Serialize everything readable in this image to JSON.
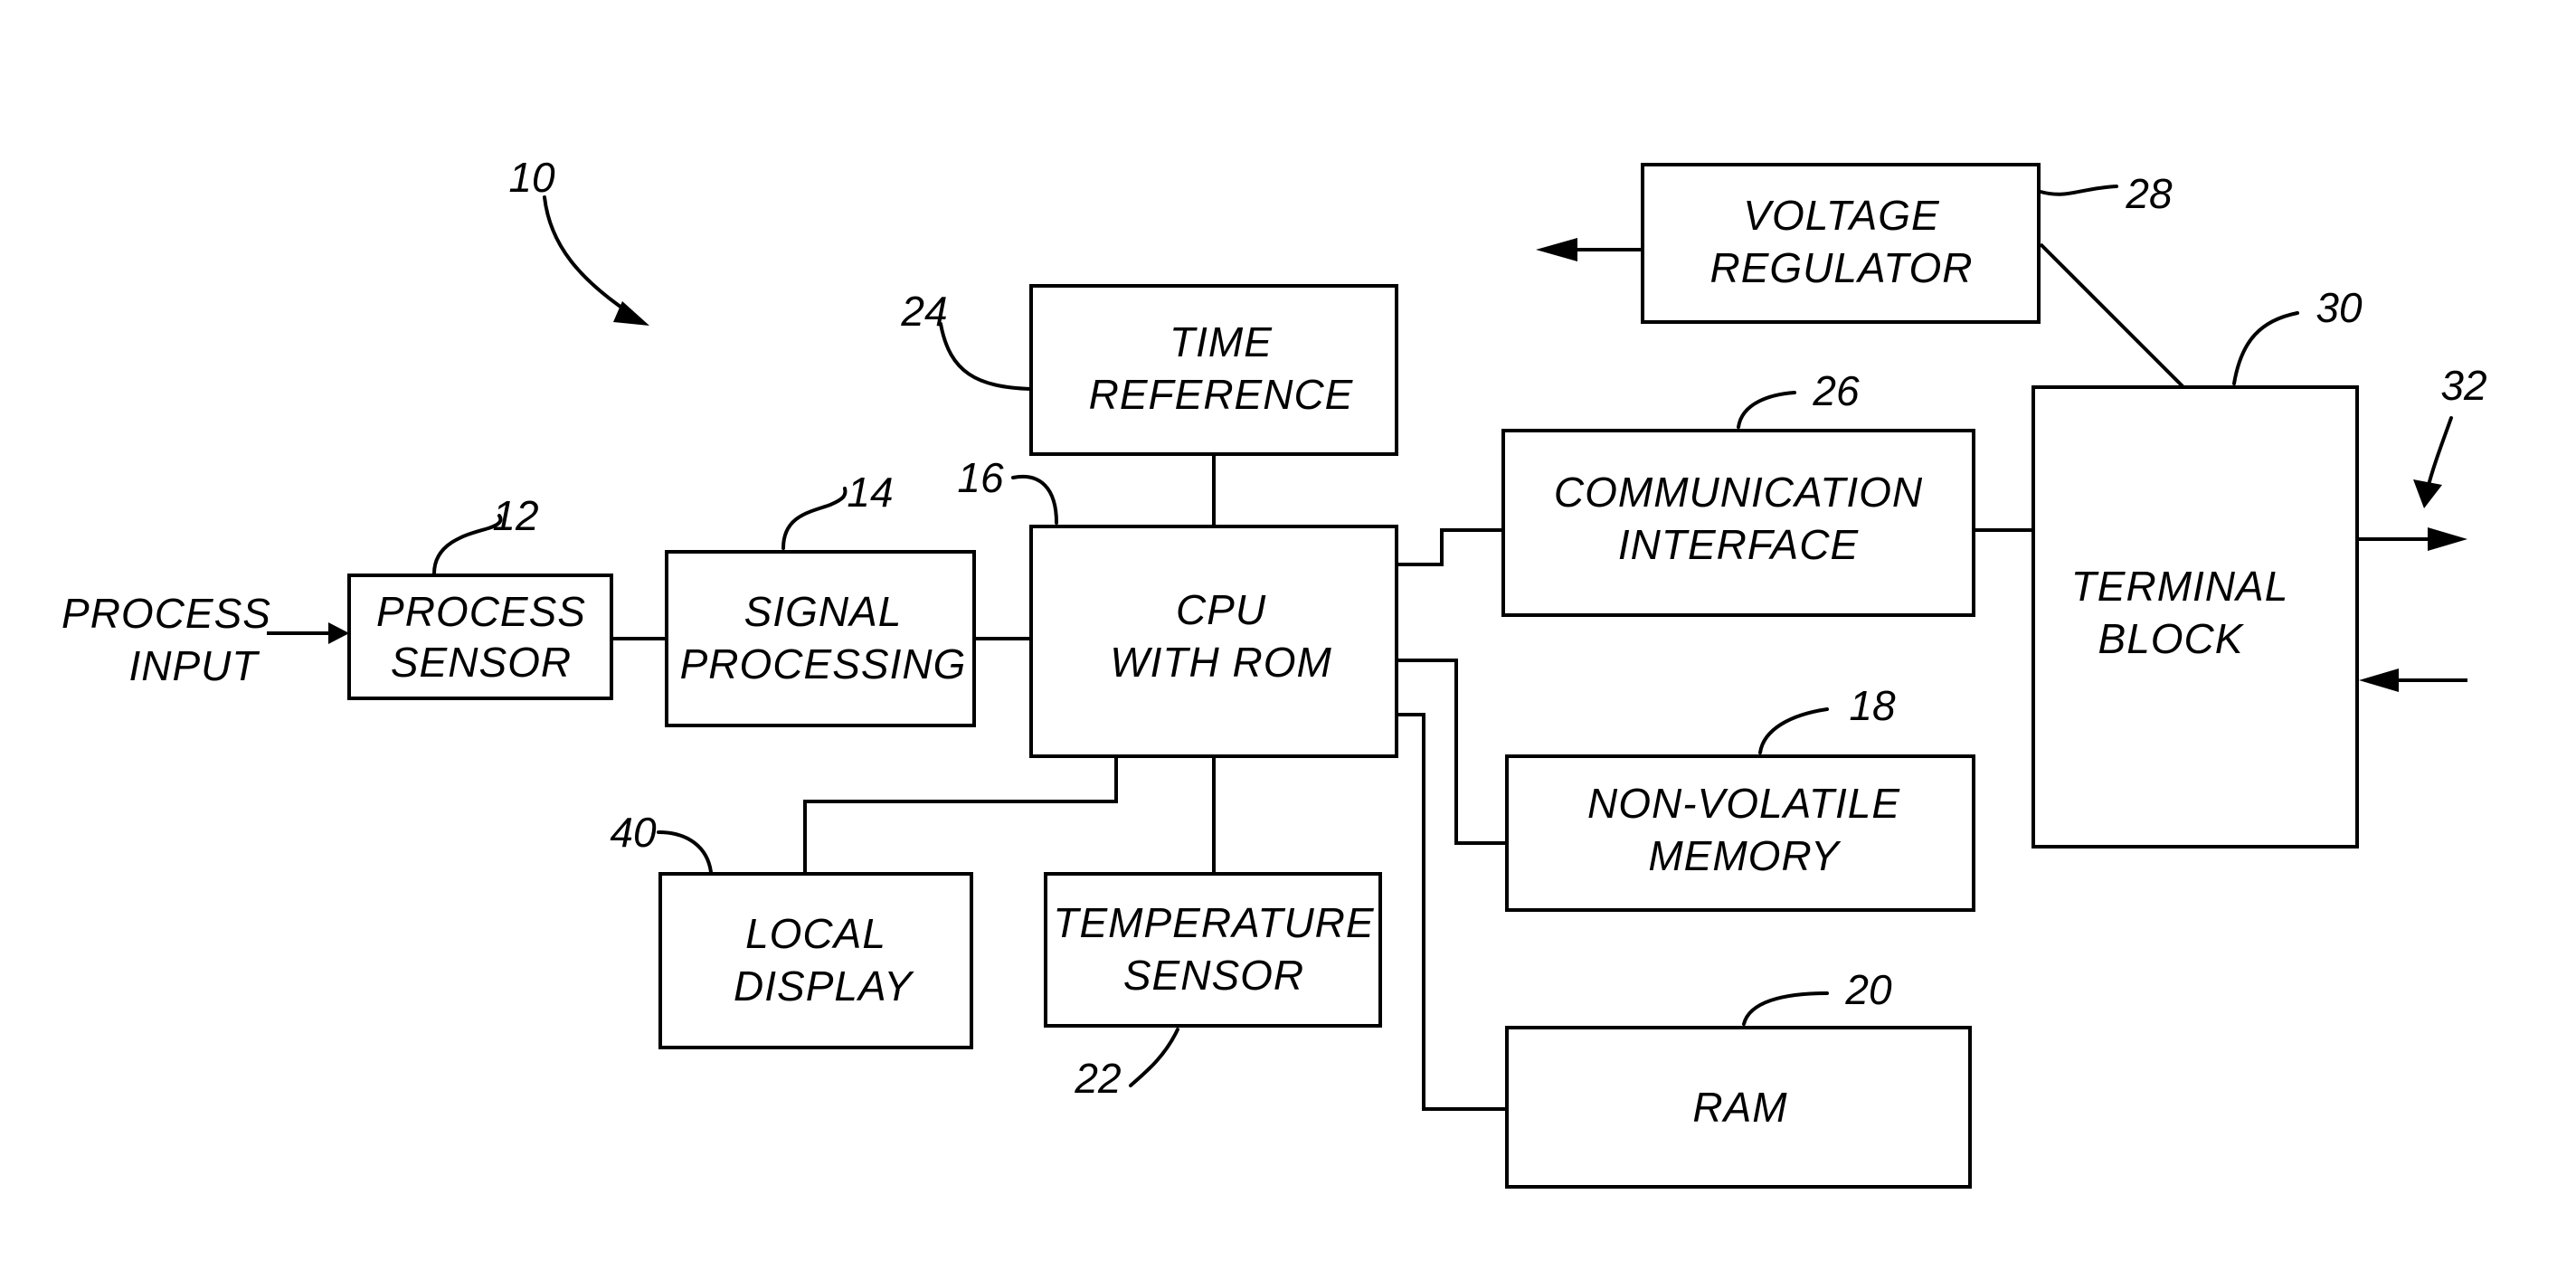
{
  "diagram": {
    "figure_ref": "10",
    "process_input": {
      "line1": "PROCESS",
      "line2": "INPUT"
    },
    "blocks": {
      "process_sensor": {
        "line1": "PROCESS",
        "line2": "SENSOR",
        "ref": "12"
      },
      "signal_processing": {
        "line1": "SIGNAL",
        "line2": "PROCESSING",
        "ref": "14"
      },
      "cpu": {
        "line1": "CPU",
        "line2": "WITH ROM",
        "ref": "16"
      },
      "time_reference": {
        "line1": "TIME",
        "line2": "REFERENCE",
        "ref": "24"
      },
      "local_display": {
        "line1": "LOCAL",
        "line2": "DISPLAY",
        "ref": "40"
      },
      "temperature_sensor": {
        "line1": "TEMPERATURE",
        "line2": "SENSOR",
        "ref": "22"
      },
      "communication_interface": {
        "line1": "COMMUNICATION",
        "line2": "INTERFACE",
        "ref": "26"
      },
      "non_volatile_memory": {
        "line1": "NON-VOLATILE",
        "line2": "MEMORY",
        "ref": "18"
      },
      "ram": {
        "line1": "RAM",
        "ref": "20"
      },
      "voltage_regulator": {
        "line1": "VOLTAGE",
        "line2": "REGULATOR",
        "ref": "28"
      },
      "terminal_block": {
        "line1": "TERMINAL",
        "line2": "BLOCK",
        "ref": "30"
      }
    },
    "loop_ref": "32"
  }
}
